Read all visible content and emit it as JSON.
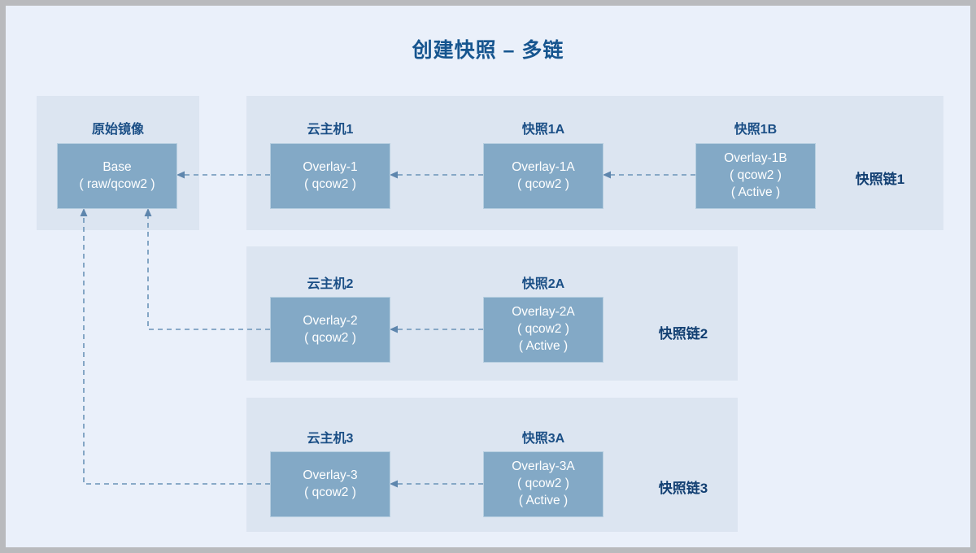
{
  "title": "创建快照 – 多链",
  "colors": {
    "page_background": "#eaf0fa",
    "frame": "#b9babd",
    "panel": "#dce5f1",
    "node_fill": "#83a9c6",
    "node_border": "#b6cee0",
    "node_text": "#ffffff",
    "caption_text": "#1b4f86",
    "title_text": "#16558f",
    "chain_label_text": "#123f72",
    "connector": "#6b93b8"
  },
  "origin": {
    "caption": "原始镜像",
    "node": {
      "line1": "Base",
      "line2": "( raw/qcow2 )"
    }
  },
  "chains": [
    {
      "label": "快照链1",
      "nodes": [
        {
          "caption": "云主机1",
          "line1": "Overlay-1",
          "line2": "( qcow2 )",
          "line3": ""
        },
        {
          "caption": "快照1A",
          "line1": "Overlay-1A",
          "line2": "( qcow2 )",
          "line3": ""
        },
        {
          "caption": "快照1B",
          "line1": "Overlay-1B",
          "line2": "( qcow2 )",
          "line3": "( Active )"
        }
      ]
    },
    {
      "label": "快照链2",
      "nodes": [
        {
          "caption": "云主机2",
          "line1": "Overlay-2",
          "line2": "( qcow2 )",
          "line3": ""
        },
        {
          "caption": "快照2A",
          "line1": "Overlay-2A",
          "line2": "( qcow2 )",
          "line3": "( Active )"
        }
      ]
    },
    {
      "label": "快照链3",
      "nodes": [
        {
          "caption": "云主机3",
          "line1": "Overlay-3",
          "line2": "( qcow2 )",
          "line3": ""
        },
        {
          "caption": "快照3A",
          "line1": "Overlay-3A",
          "line2": "( qcow2 )",
          "line3": "( Active )"
        }
      ]
    }
  ]
}
